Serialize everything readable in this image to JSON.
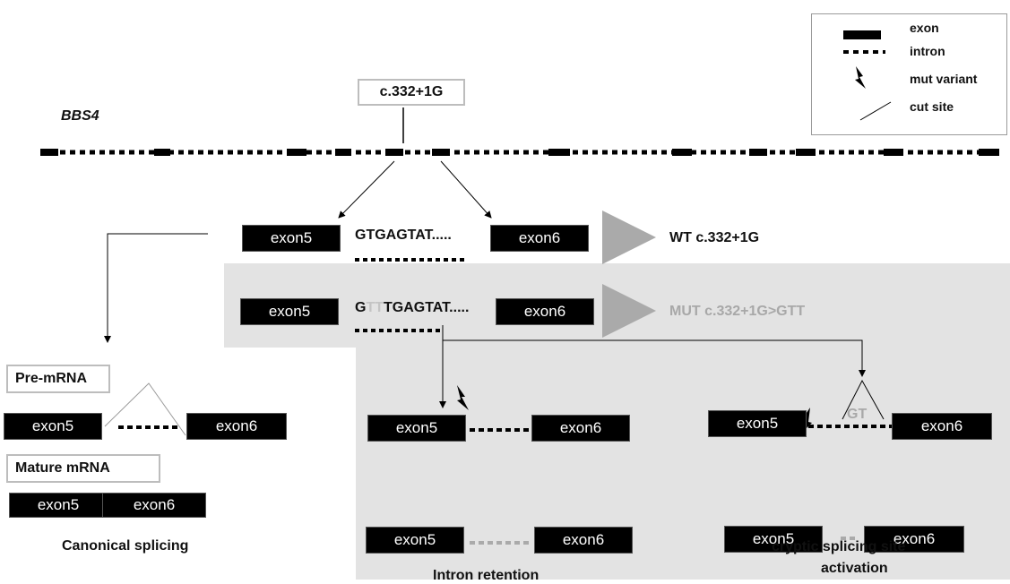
{
  "legend": {
    "exon": "exon",
    "intron": "intron",
    "mut_variant": "mut variant",
    "cut_site": "cut site"
  },
  "gene": {
    "name": "BBS4",
    "variant_box": "c.332+1G"
  },
  "wt_row": {
    "exon_a": "exon5",
    "sequence": "GTGAGTAT.....",
    "exon_b": "exon6",
    "result": "WT c.332+1G"
  },
  "mut_row": {
    "exon_a": "exon5",
    "seq_g": "G",
    "seq_tt": "TT",
    "seq_rest": "TGAGTAT.....",
    "exon_b": "exon6",
    "result": "MUT c.332+1G>GTT"
  },
  "canonical": {
    "pre_mrna_label": "Pre-mRNA",
    "pre_exon_a": "exon5",
    "pre_exon_b": "exon6",
    "mature_mrna_label": "Mature mRNA",
    "mature_exon_a": "exon5",
    "mature_exon_b": "exon6",
    "caption": "Canonical splicing"
  },
  "intron_retention": {
    "top_exon_a": "exon5",
    "top_exon_b": "exon6",
    "bottom_exon_a": "exon5",
    "bottom_exon_b": "exon6",
    "caption": "Intron retention"
  },
  "cryptic": {
    "gt_label": "GT",
    "top_exon_a": "exon5",
    "top_exon_b": "exon6",
    "bottom_exon_a": "exon5",
    "bottom_exon_b": "exon6",
    "caption_line1": "cryptic splicing site",
    "caption_line2": "activation"
  },
  "colors": {
    "exon": "#000000",
    "panel": "#e3e3e3",
    "muted": "#a8a8a8",
    "box_border": "#bdbdbd"
  }
}
